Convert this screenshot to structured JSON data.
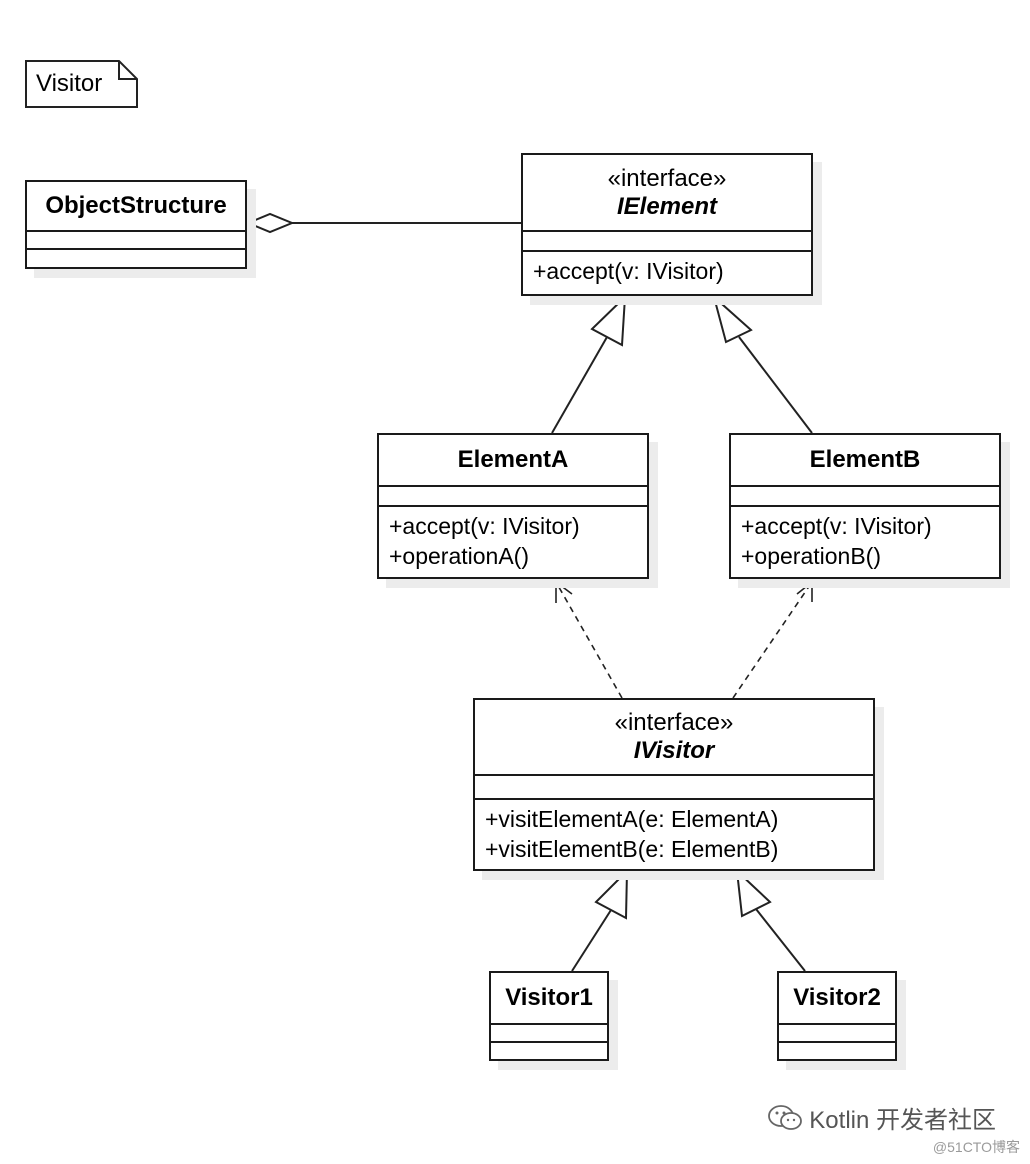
{
  "note": {
    "text": "Visitor"
  },
  "classes": {
    "object_structure": {
      "name": "ObjectStructure"
    },
    "ielement": {
      "stereotype": "«interface»",
      "name": "IElement",
      "operations": [
        "+accept(v: IVisitor)"
      ]
    },
    "element_a": {
      "name": "ElementA",
      "operations": [
        "+accept(v: IVisitor)",
        "+operationA()"
      ]
    },
    "element_b": {
      "name": "ElementB",
      "operations": [
        "+accept(v: IVisitor)",
        "+operationB()"
      ]
    },
    "ivisitor": {
      "stereotype": "«interface»",
      "name": "IVisitor",
      "operations": [
        "+visitElementA(e: ElementA)",
        "+visitElementB(e: ElementB)"
      ]
    },
    "visitor1": {
      "name": "Visitor1"
    },
    "visitor2": {
      "name": "Visitor2"
    }
  },
  "relations": [
    {
      "from": "ObjectStructure",
      "to": "IElement",
      "type": "aggregation"
    },
    {
      "from": "ElementA",
      "to": "IElement",
      "type": "realization"
    },
    {
      "from": "ElementB",
      "to": "IElement",
      "type": "realization"
    },
    {
      "from": "IVisitor",
      "to": "ElementA",
      "type": "dependency"
    },
    {
      "from": "IVisitor",
      "to": "ElementB",
      "type": "dependency"
    },
    {
      "from": "Visitor1",
      "to": "IVisitor",
      "type": "realization"
    },
    {
      "from": "Visitor2",
      "to": "IVisitor",
      "type": "realization"
    }
  ],
  "watermark": {
    "text": "Kotlin 开发者社区",
    "icon": "wechat-icon"
  },
  "credit": {
    "text": "@51CTO博客"
  }
}
